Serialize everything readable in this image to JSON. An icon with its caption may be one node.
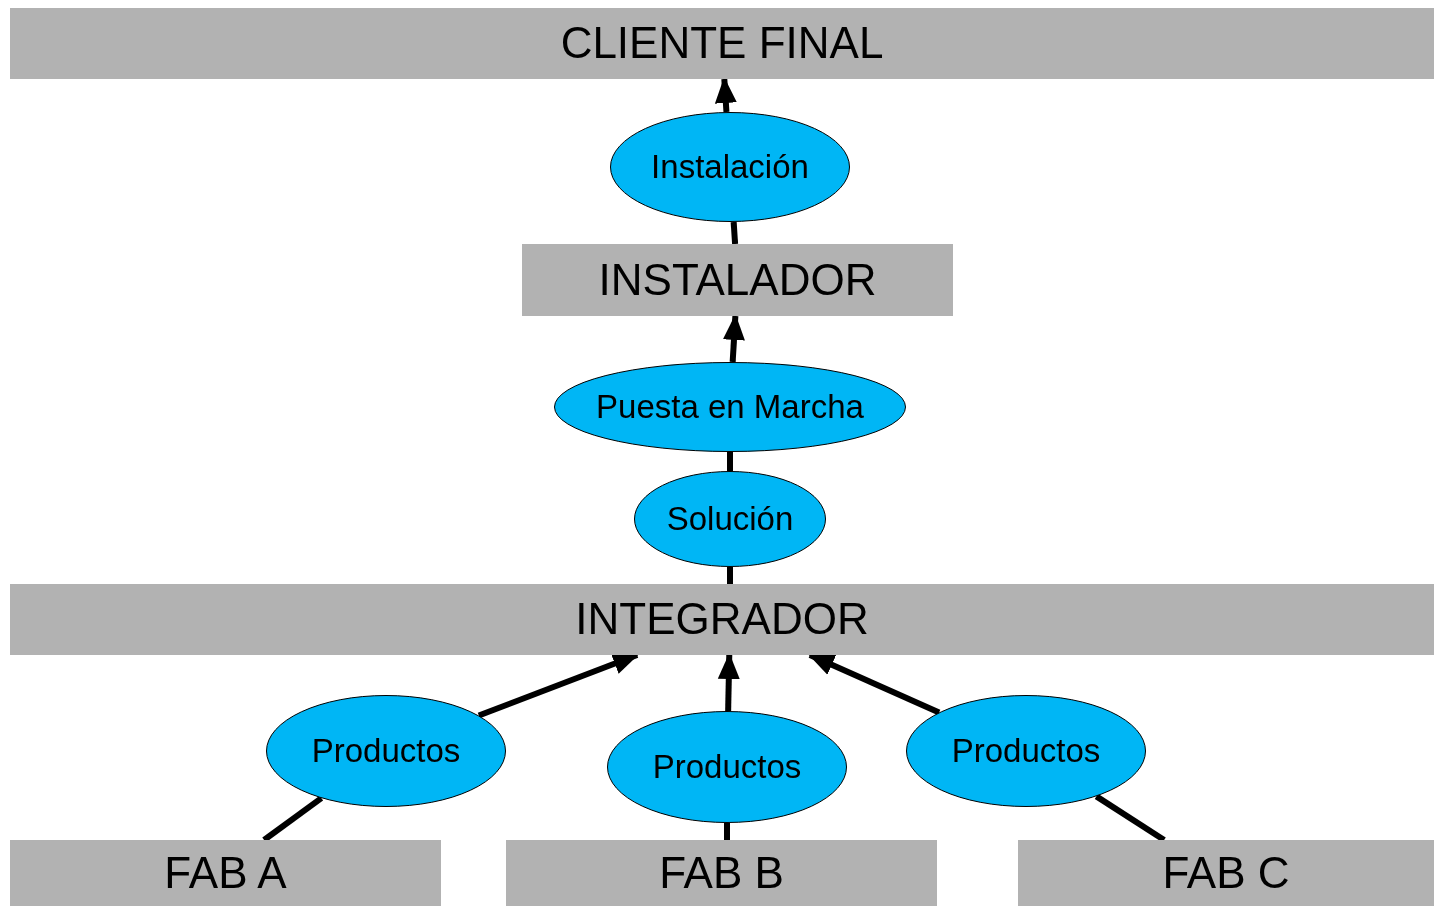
{
  "diagram": {
    "nodes": [
      {
        "text": [
          "CLIENTE FINAL"
        ]
      },
      {
        "text": [
          "Instalación"
        ]
      },
      {
        "text": [
          "INSTALADOR"
        ]
      },
      {
        "text": [
          "Puesta en Marcha"
        ]
      },
      {
        "text": [
          "Solución"
        ]
      },
      {
        "text": [
          "INTEGRADOR"
        ]
      },
      {
        "text": [
          "Productos"
        ]
      },
      {
        "text": [
          "Productos"
        ]
      },
      {
        "text": [
          "Productos"
        ]
      },
      {
        "text": [
          "FAB A"
        ]
      },
      {
        "text": [
          "FAB B"
        ]
      },
      {
        "text": [
          "FAB C"
        ]
      }
    ],
    "edges": [
      {
        "from": 9,
        "to": 6,
        "arrow": "none"
      },
      {
        "from": 6,
        "to": 5,
        "arrow": "to"
      },
      {
        "from": 10,
        "to": 7,
        "arrow": "none"
      },
      {
        "from": 7,
        "to": 5,
        "arrow": "to"
      },
      {
        "from": 11,
        "to": 8,
        "arrow": "none"
      },
      {
        "from": 8,
        "to": 5,
        "arrow": "to"
      },
      {
        "from": 5,
        "to": 4,
        "arrow": "none"
      },
      {
        "from": 4,
        "to": 3,
        "arrow": "none"
      },
      {
        "from": 3,
        "to": 2,
        "arrow": "to"
      },
      {
        "from": 2,
        "to": 1,
        "arrow": "none"
      },
      {
        "from": 1,
        "to": 0,
        "arrow": "to"
      }
    ]
  }
}
